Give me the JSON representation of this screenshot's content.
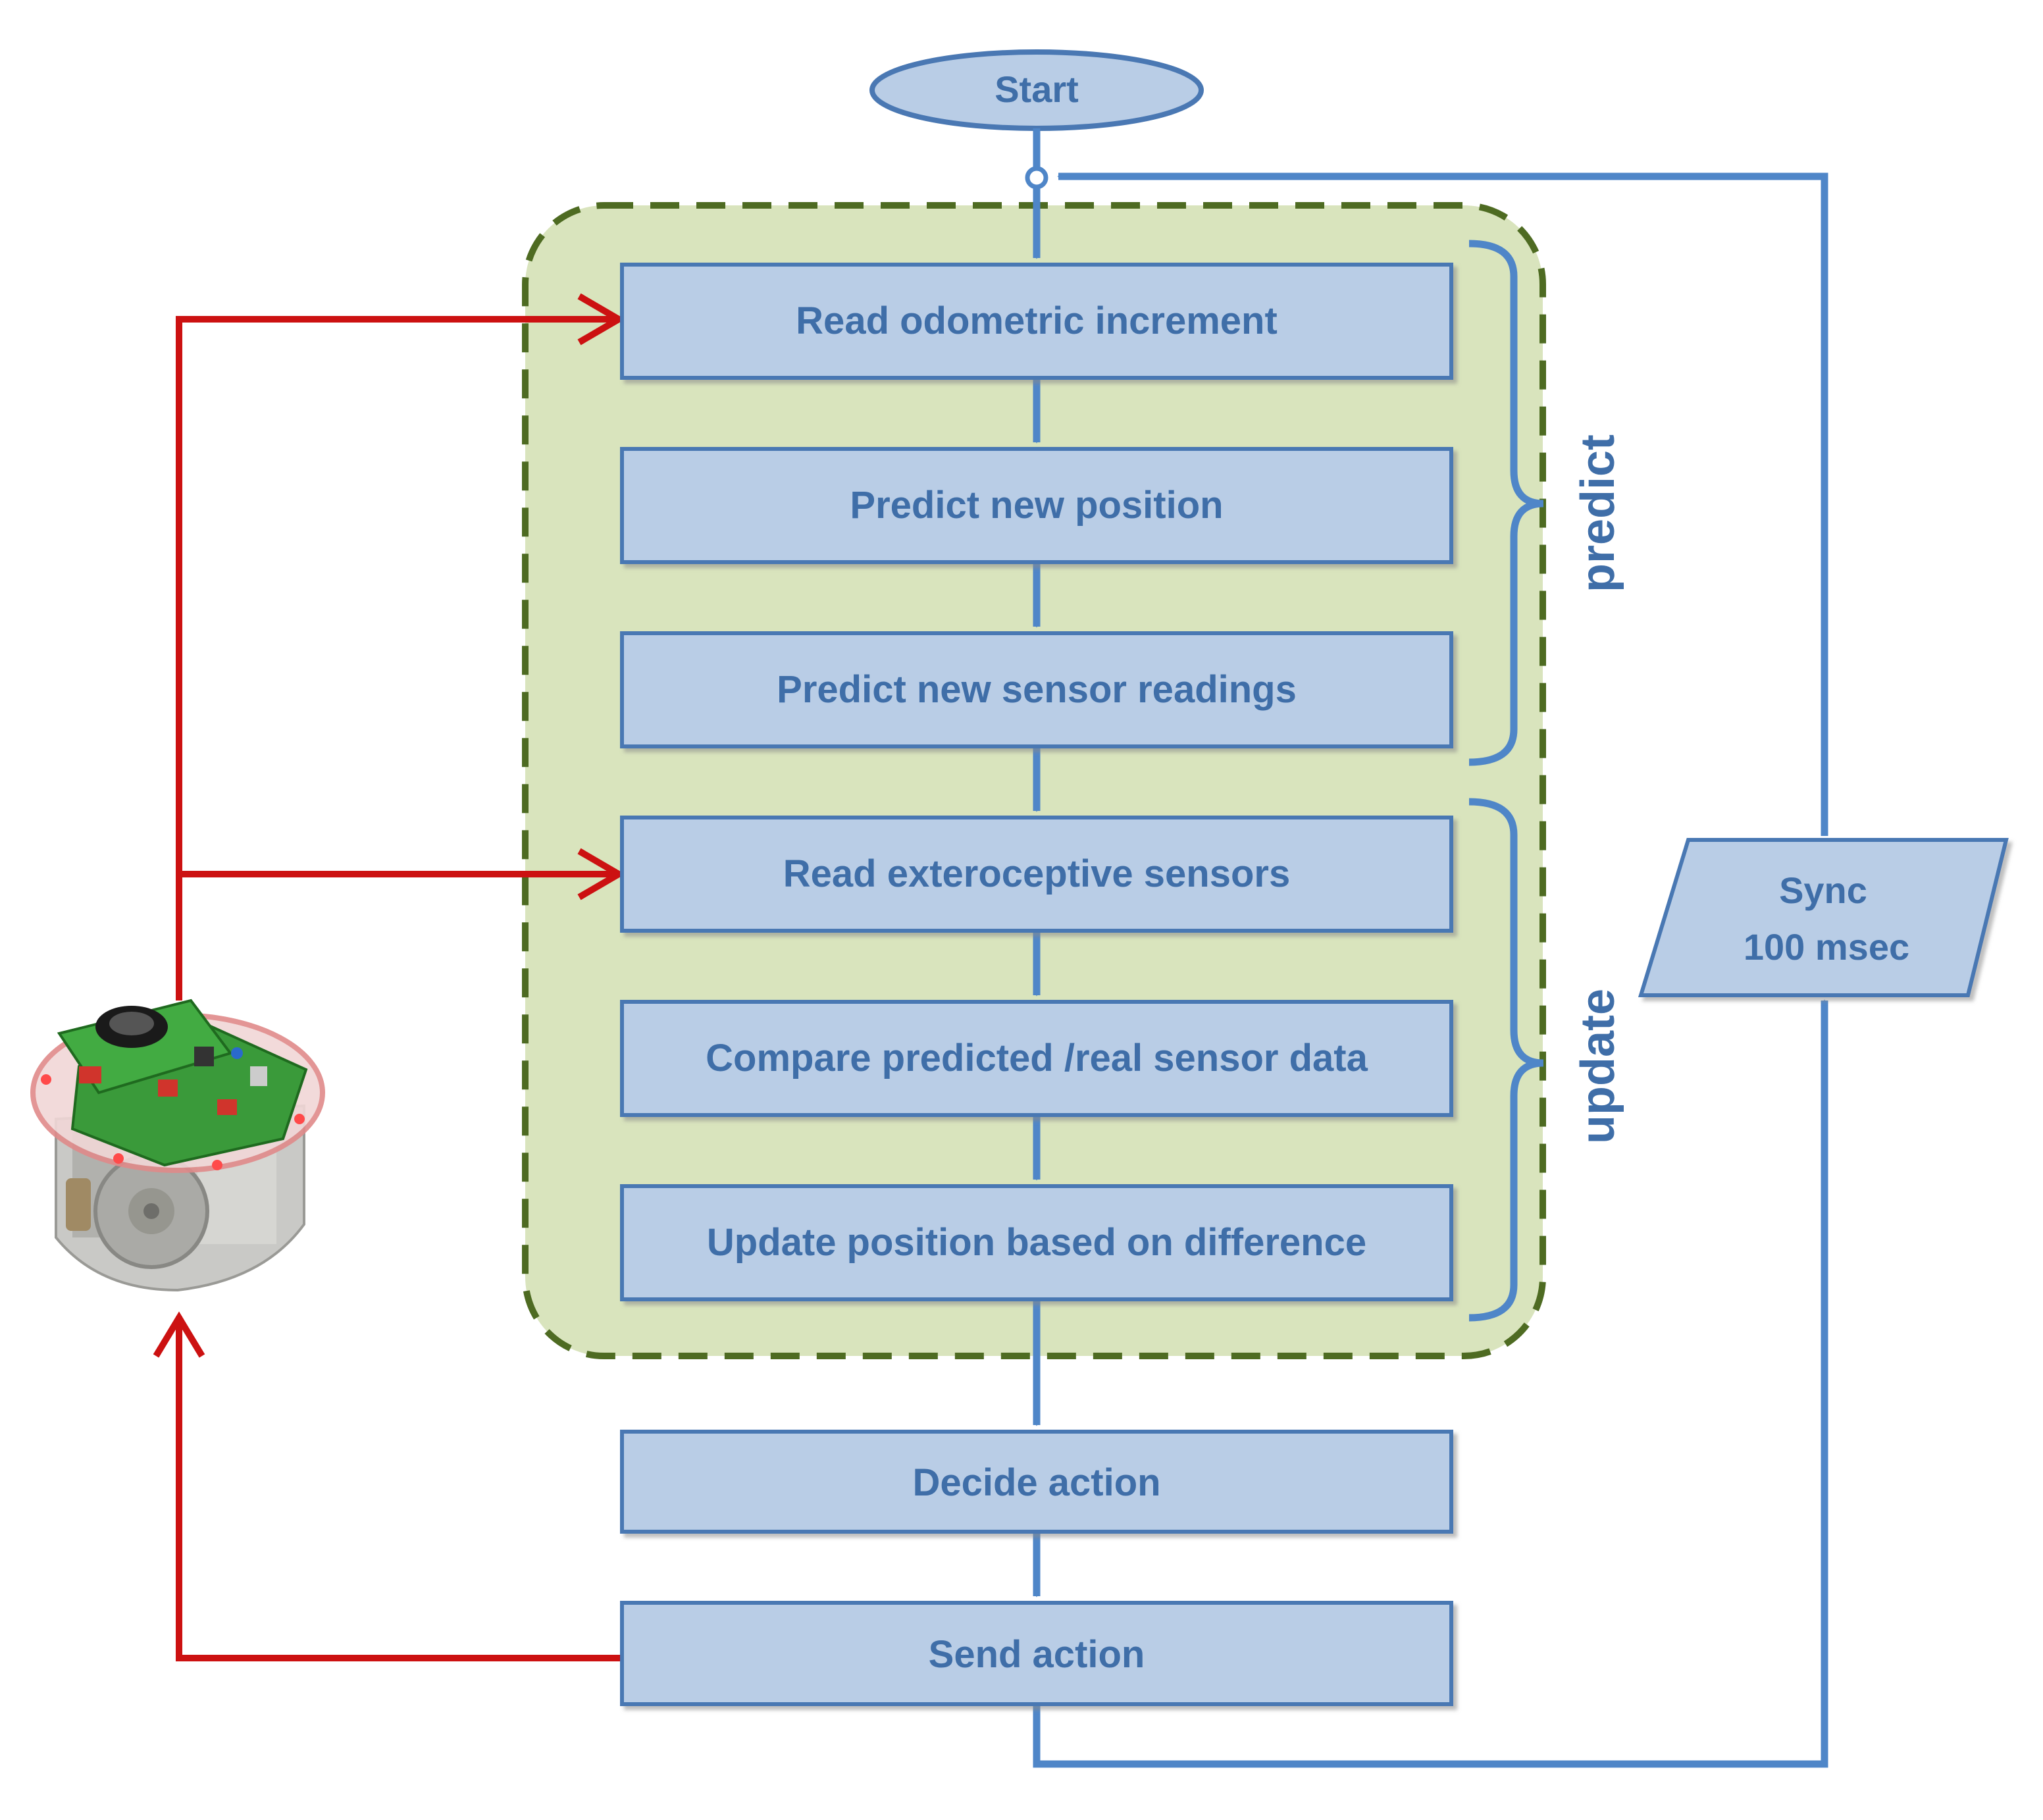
{
  "flowchart": {
    "start": "Start",
    "steps": [
      "Read odometric increment",
      "Predict new position",
      "Predict new sensor readings",
      "Read exteroceptive sensors",
      "Compare predicted /real sensor data",
      "Update position based on difference"
    ],
    "after": [
      "Decide action",
      "Send action"
    ],
    "groups": {
      "predict": "predict",
      "update": "update"
    },
    "sync": {
      "line1": "Sync",
      "line2": "100 msec"
    }
  },
  "colors": {
    "box_fill": "#b9cde6",
    "box_stroke": "#4a78b3",
    "flow_blue": "#4f86c8",
    "text_blue": "#3f6ea8",
    "red_arrow": "#cc1111",
    "region_fill": "#d9e4bd",
    "region_stroke": "#4e6b22"
  }
}
